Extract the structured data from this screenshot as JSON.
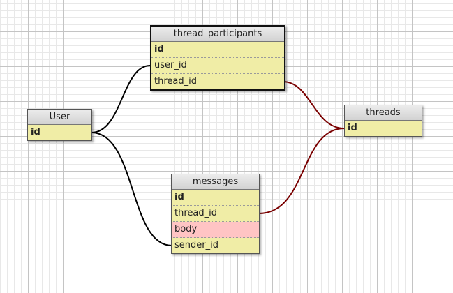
{
  "tables": {
    "thread_participants": {
      "name": "thread_participants",
      "fields": [
        "id",
        "user_id",
        "thread_id"
      ]
    },
    "user": {
      "name": "User",
      "fields": [
        "id"
      ]
    },
    "threads": {
      "name": "threads",
      "fields": [
        "id"
      ]
    },
    "messages": {
      "name": "messages",
      "fields": [
        "id",
        "thread_id",
        "body",
        "sender_id"
      ]
    }
  },
  "relations": [
    {
      "from": "User.id",
      "to": "thread_participants.user_id",
      "color": "#000000"
    },
    {
      "from": "User.id",
      "to": "messages.sender_id",
      "color": "#000000"
    },
    {
      "from": "thread_participants.thread_id",
      "to": "threads.id",
      "color": "#7a0000"
    },
    {
      "from": "messages.thread_id",
      "to": "threads.id",
      "color": "#7a0000"
    }
  ],
  "colors": {
    "table_body": "#f0eda6",
    "highlight_field": "#ffc4c4",
    "user_link": "#000000",
    "thread_link": "#7a0000"
  }
}
